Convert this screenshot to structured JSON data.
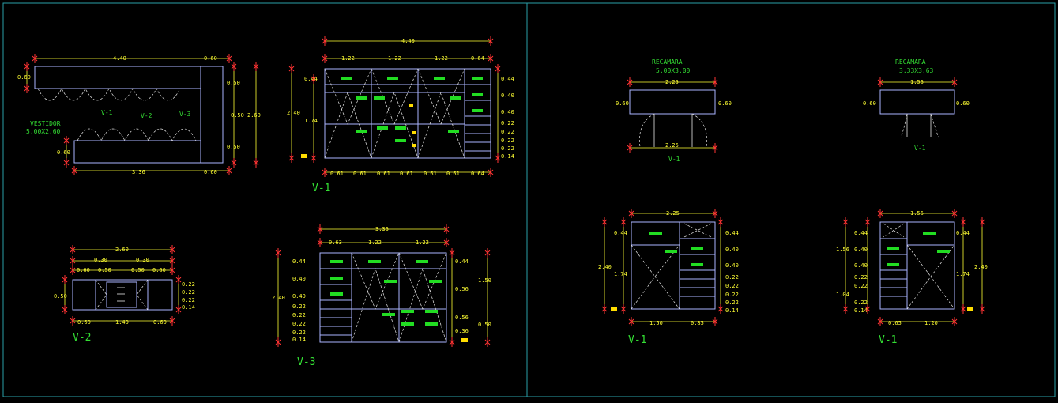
{
  "colors": {
    "background": "#000000",
    "frame": "#2a9fa8",
    "dimension": "#ffff33",
    "label": "#33dd33",
    "tick": "#ff3333",
    "line": "#aab4ff"
  },
  "icons": [
    "x-marker-icon"
  ],
  "vestidor": {
    "title": "VESTIDOR",
    "size": "5.00X2.60",
    "top": "4.40",
    "top_right": "0.60",
    "left": "0.60",
    "left2": "0.60",
    "right": [
      "0.50",
      "0.50",
      "0.50"
    ],
    "right_total": "2.60",
    "bottom": "3.36",
    "bottom_right": "0.60",
    "tags": [
      "V-1",
      "V-2",
      "V-3"
    ]
  },
  "v1a": {
    "label": "V-1",
    "total": "4.40",
    "top_dims": [
      "1.22",
      "1.22",
      "1.22",
      "0.64"
    ],
    "height": "2.40",
    "left": "1.74",
    "left_top": "0.44",
    "right": [
      "0.44",
      "0.40",
      "0.40",
      "0.22",
      "0.22",
      "0.22",
      "0.22",
      "0.14"
    ],
    "bottom": [
      "0.61",
      "0.61",
      "0.61",
      "0.61",
      "0.61",
      "0.61",
      "0.64"
    ]
  },
  "v2": {
    "label": "V-2",
    "total": "2.60",
    "top_dims": [
      "0.30",
      "0.30"
    ],
    "mid_dims": [
      "0.60",
      "0.50",
      "0.50",
      "0.60"
    ],
    "height": "0.50",
    "right": [
      "0.22",
      "0.22",
      "0.22",
      "0.14"
    ],
    "bottom": [
      "0.60",
      "1.40",
      "0.60"
    ]
  },
  "v3": {
    "label": "V-3",
    "total": "3.36",
    "top_dims": [
      "0.63",
      "1.22",
      "1.22"
    ],
    "height": "2.40",
    "left": [
      "0.44",
      "0.40",
      "0.40",
      "0.22",
      "0.22",
      "0.22",
      "0.22",
      "0.14"
    ],
    "right": [
      "0.44",
      "0.56",
      "0.56",
      "0.36"
    ],
    "right2": [
      "1.50",
      "0.50"
    ]
  },
  "rec1": {
    "title": "RECAMARA",
    "size": "5.00X3.00",
    "top": "2.25",
    "bottom": "2.25",
    "left": "0.60",
    "right": "0.60",
    "tag": "V-1"
  },
  "rec2": {
    "title": "RECAMARA",
    "size": "3.33X3.63",
    "top": "1.56",
    "left": "0.60",
    "right": "0.60",
    "tag": "V-1"
  },
  "v1b": {
    "label": "V-1",
    "total": "2.25",
    "height": "2.40",
    "left": [
      "0.44",
      "1.74"
    ],
    "right": [
      "0.44",
      "0.40",
      "0.40",
      "0.22",
      "0.22",
      "0.22",
      "0.22",
      "0.14"
    ],
    "bottom": [
      "1.50",
      "0.85"
    ]
  },
  "v1c": {
    "label": "V-1",
    "total": "1.56",
    "height": "2.40",
    "right_main": "1.74",
    "left": [
      "1.56",
      "0.40",
      "0.40",
      "1.04",
      "0.22",
      "0.22",
      "0.22",
      "0.14"
    ],
    "left_top": "0.44",
    "right_top": "0.44",
    "bottom": [
      "0.65",
      "1.20"
    ]
  }
}
